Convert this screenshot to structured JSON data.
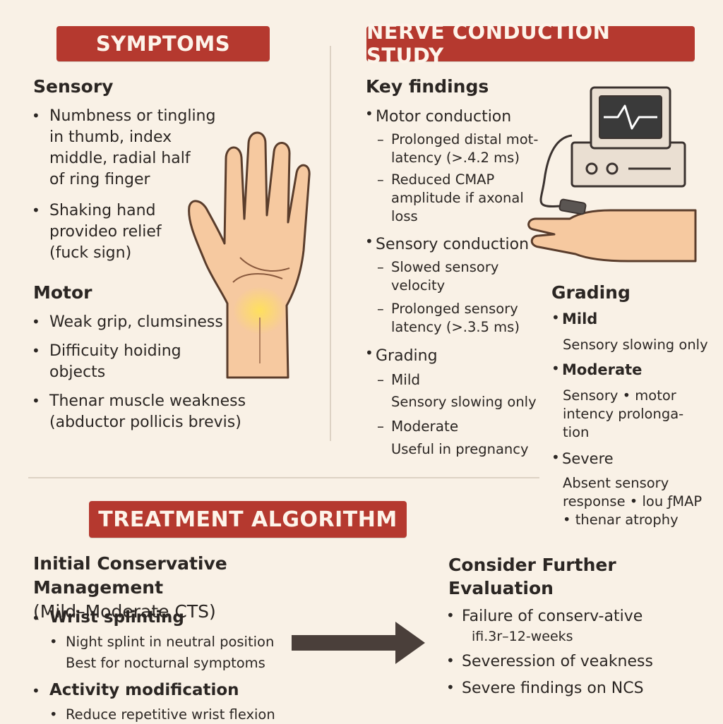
{
  "symptoms": {
    "title": "SYMPTOMS",
    "sensory_heading": "Sensory",
    "sensory_items": [
      [
        "Numbness or tingling",
        "in thumb, index",
        "middle, radial half",
        "of ring finger"
      ],
      [
        "Shaking hand",
        "provideo relief",
        "(fuck sign)"
      ]
    ],
    "motor_heading": "Motor",
    "motor_items": [
      [
        "Weak grip, clumsiness"
      ],
      [
        "Difficuity hoiding",
        "objects"
      ],
      [
        "Thenar muscle weakness",
        "(abductor pollicis brevis)"
      ]
    ]
  },
  "ncs": {
    "title": "NERVE CONDUCTION STUDY",
    "key_findings": "Key findings",
    "motor_title": "Motor conduction",
    "motor_subs": [
      [
        "Prolonged distal mot-",
        "latency (>.4.2 ms)"
      ],
      [
        "Reduced CMAP",
        "amplitude if axonal",
        "loss"
      ]
    ],
    "sensory_title": "Sensory conduction",
    "sensory_subs": [
      [
        "Slowed sensory",
        "velocity"
      ],
      [
        "Prolonged sensory",
        "latency (>.3.5 ms)"
      ]
    ],
    "grading_title": "Grading",
    "grading_mild": "Mild",
    "grading_mild_desc": "Sensory slowing only",
    "grading_moderate": "Moderate",
    "grading_moderate_desc": "Useful in pregnancy"
  },
  "grading_panel": {
    "title": "Grading",
    "mild": "Mild",
    "mild_desc": "Sensory slowing only",
    "moderate": "Moderate",
    "moderate_desc": [
      "Sensory  • motor",
      "intency prolonga-",
      "tion"
    ],
    "severe": "Severe",
    "severe_desc": [
      "Absent sensory",
      "response • lou ƒMAP",
      "• thenar atrophy"
    ]
  },
  "treatment": {
    "title": "TREATMENT ALGORITHM",
    "initial_title": [
      "Initial Conservative Management",
      "(Mild–Moderate CTS)"
    ],
    "splinting": "Wrist splinting",
    "splinting_subs": [
      "Night splint in neutral position",
      "Best for nocturnal symptoms"
    ],
    "activity": "Activity modification",
    "activity_sub": "Reduce repetitive wrist flexion",
    "further_title": [
      "Consider Further",
      "Evaluation"
    ],
    "further_items": [
      [
        "Failure of conserv-ative",
        "ifi.3r–12-weeks"
      ],
      [
        "Severession of veakness"
      ],
      [
        "Severe findings on NCS"
      ]
    ]
  },
  "colors": {
    "banner": "#b5392f",
    "background": "#f9f1e6",
    "skin": "#f6c9a0"
  }
}
